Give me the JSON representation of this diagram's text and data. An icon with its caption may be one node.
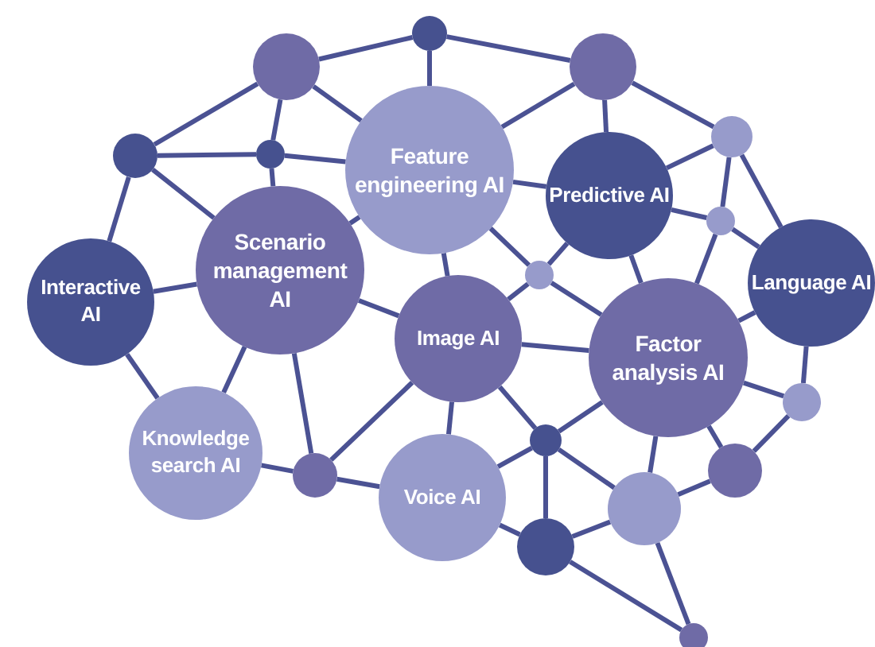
{
  "diagram": {
    "nodes": [
      {
        "text": [
          "Interactive AI"
        ]
      },
      {
        "text": [
          "Scenario management AI"
        ]
      },
      {
        "text": [
          "Feature engineering AI"
        ]
      },
      {
        "text": [
          "Predictive AI"
        ]
      },
      {
        "text": [
          "Language AI"
        ]
      },
      {
        "text": [
          "Image AI"
        ]
      },
      {
        "text": [
          "Factor analysis AI"
        ]
      },
      {
        "text": [
          "Knowledge search AI"
        ]
      },
      {
        "text": [
          "Voice AI"
        ]
      },
      {
        "text": [],
        "shape": "circle"
      },
      {
        "text": [],
        "shape": "circle"
      },
      {
        "text": [],
        "shape": "circle"
      },
      {
        "text": [],
        "shape": "circle"
      },
      {
        "text": [],
        "shape": "circle"
      },
      {
        "text": [],
        "shape": "circle"
      },
      {
        "text": [],
        "shape": "circle"
      },
      {
        "text": [],
        "shape": "circle"
      },
      {
        "text": [],
        "shape": "circle"
      },
      {
        "text": [],
        "shape": "circle"
      },
      {
        "text": [],
        "shape": "circle"
      },
      {
        "text": [],
        "shape": "circle"
      },
      {
        "text": [],
        "shape": "circle"
      },
      {
        "text": [],
        "shape": "circle"
      },
      {
        "text": [],
        "shape": "circle"
      }
    ],
    "edges": [
      {
        "from": 9,
        "to": 10,
        "arrow": "none"
      },
      {
        "from": 9,
        "to": 12,
        "arrow": "none"
      },
      {
        "from": 9,
        "to": 13,
        "arrow": "none"
      },
      {
        "from": 9,
        "to": 2,
        "arrow": "none"
      },
      {
        "from": 10,
        "to": 2,
        "arrow": "none"
      },
      {
        "from": 10,
        "to": 11,
        "arrow": "none"
      },
      {
        "from": 11,
        "to": 2,
        "arrow": "none"
      },
      {
        "from": 11,
        "to": 3,
        "arrow": "none"
      },
      {
        "from": 11,
        "to": 14,
        "arrow": "none"
      },
      {
        "from": 12,
        "to": 13,
        "arrow": "none"
      },
      {
        "from": 12,
        "to": 1,
        "arrow": "none"
      },
      {
        "from": 12,
        "to": 0,
        "arrow": "none"
      },
      {
        "from": 13,
        "to": 2,
        "arrow": "none"
      },
      {
        "from": 13,
        "to": 1,
        "arrow": "none"
      },
      {
        "from": 2,
        "to": 1,
        "arrow": "none"
      },
      {
        "from": 2,
        "to": 3,
        "arrow": "none"
      },
      {
        "from": 2,
        "to": 16,
        "arrow": "none"
      },
      {
        "from": 2,
        "to": 5,
        "arrow": "none"
      },
      {
        "from": 3,
        "to": 14,
        "arrow": "none"
      },
      {
        "from": 3,
        "to": 15,
        "arrow": "none"
      },
      {
        "from": 3,
        "to": 16,
        "arrow": "none"
      },
      {
        "from": 3,
        "to": 6,
        "arrow": "none"
      },
      {
        "from": 14,
        "to": 15,
        "arrow": "none"
      },
      {
        "from": 14,
        "to": 4,
        "arrow": "none"
      },
      {
        "from": 15,
        "to": 4,
        "arrow": "none"
      },
      {
        "from": 15,
        "to": 6,
        "arrow": "none"
      },
      {
        "from": 16,
        "to": 5,
        "arrow": "none"
      },
      {
        "from": 16,
        "to": 6,
        "arrow": "none"
      },
      {
        "from": 4,
        "to": 6,
        "arrow": "none"
      },
      {
        "from": 4,
        "to": 19,
        "arrow": "none"
      },
      {
        "from": 0,
        "to": 1,
        "arrow": "none"
      },
      {
        "from": 0,
        "to": 7,
        "arrow": "none"
      },
      {
        "from": 1,
        "to": 7,
        "arrow": "none"
      },
      {
        "from": 1,
        "to": 17,
        "arrow": "none"
      },
      {
        "from": 1,
        "to": 5,
        "arrow": "none"
      },
      {
        "from": 5,
        "to": 6,
        "arrow": "none"
      },
      {
        "from": 5,
        "to": 8,
        "arrow": "none"
      },
      {
        "from": 5,
        "to": 17,
        "arrow": "none"
      },
      {
        "from": 5,
        "to": 18,
        "arrow": "none"
      },
      {
        "from": 7,
        "to": 17,
        "arrow": "none"
      },
      {
        "from": 17,
        "to": 8,
        "arrow": "none"
      },
      {
        "from": 8,
        "to": 18,
        "arrow": "none"
      },
      {
        "from": 8,
        "to": 22,
        "arrow": "none"
      },
      {
        "from": 18,
        "to": 6,
        "arrow": "none"
      },
      {
        "from": 18,
        "to": 22,
        "arrow": "none"
      },
      {
        "from": 18,
        "to": 21,
        "arrow": "none"
      },
      {
        "from": 6,
        "to": 21,
        "arrow": "none"
      },
      {
        "from": 6,
        "to": 20,
        "arrow": "none"
      },
      {
        "from": 6,
        "to": 19,
        "arrow": "none"
      },
      {
        "from": 19,
        "to": 20,
        "arrow": "none"
      },
      {
        "from": 20,
        "to": 21,
        "arrow": "none"
      },
      {
        "from": 21,
        "to": 22,
        "arrow": "none"
      },
      {
        "from": 21,
        "to": 23,
        "arrow": "none"
      },
      {
        "from": 22,
        "to": 23,
        "arrow": "none"
      }
    ]
  }
}
